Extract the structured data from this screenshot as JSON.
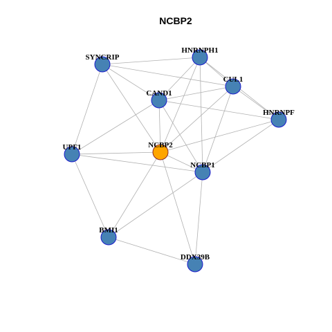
{
  "title": "NCBP2",
  "colors": {
    "background": "#ffffff",
    "node_fill": "#4682b4",
    "node_stroke": "#1a1acc",
    "focus_fill": "#ffa500",
    "focus_stroke": "#8b2a2a",
    "edge": "#b0b0b0",
    "label": "#000000"
  },
  "nodes": [
    {
      "id": "SYNCRIP",
      "label": "SYNCRIP",
      "focus": false
    },
    {
      "id": "HNRNPH1",
      "label": "HNRNPH1",
      "focus": false
    },
    {
      "id": "CUL1",
      "label": "CUL1",
      "focus": false
    },
    {
      "id": "CAND1",
      "label": "CAND1",
      "focus": false
    },
    {
      "id": "HNRNPF",
      "label": "HNRNPF",
      "focus": false
    },
    {
      "id": "UPF1",
      "label": "UPF1",
      "focus": false
    },
    {
      "id": "NCBP2",
      "label": "NCBP2",
      "focus": true
    },
    {
      "id": "NCBP1",
      "label": "NCBP1",
      "focus": false
    },
    {
      "id": "BMI1",
      "label": "BMI1",
      "focus": false
    },
    {
      "id": "DDX39B",
      "label": "DDX39B",
      "focus": false
    }
  ],
  "edges": [
    [
      "SYNCRIP",
      "HNRNPH1"
    ],
    [
      "SYNCRIP",
      "CUL1"
    ],
    [
      "SYNCRIP",
      "CAND1"
    ],
    [
      "SYNCRIP",
      "NCBP2"
    ],
    [
      "SYNCRIP",
      "UPF1"
    ],
    [
      "HNRNPH1",
      "CUL1"
    ],
    [
      "HNRNPH1",
      "CAND1"
    ],
    [
      "HNRNPH1",
      "HNRNPF"
    ],
    [
      "HNRNPH1",
      "NCBP2"
    ],
    [
      "HNRNPH1",
      "NCBP1"
    ],
    [
      "CUL1",
      "CAND1"
    ],
    [
      "CUL1",
      "HNRNPF"
    ],
    [
      "CUL1",
      "NCBP2"
    ],
    [
      "CUL1",
      "NCBP1"
    ],
    [
      "CAND1",
      "HNRNPF"
    ],
    [
      "CAND1",
      "UPF1"
    ],
    [
      "CAND1",
      "NCBP2"
    ],
    [
      "CAND1",
      "NCBP1"
    ],
    [
      "HNRNPF",
      "NCBP2"
    ],
    [
      "HNRNPF",
      "NCBP1"
    ],
    [
      "UPF1",
      "NCBP2"
    ],
    [
      "UPF1",
      "NCBP1"
    ],
    [
      "UPF1",
      "BMI1"
    ],
    [
      "NCBP2",
      "NCBP1"
    ],
    [
      "NCBP2",
      "BMI1"
    ],
    [
      "NCBP2",
      "DDX39B"
    ],
    [
      "NCBP1",
      "BMI1"
    ],
    [
      "NCBP1",
      "DDX39B"
    ],
    [
      "BMI1",
      "DDX39B"
    ]
  ]
}
